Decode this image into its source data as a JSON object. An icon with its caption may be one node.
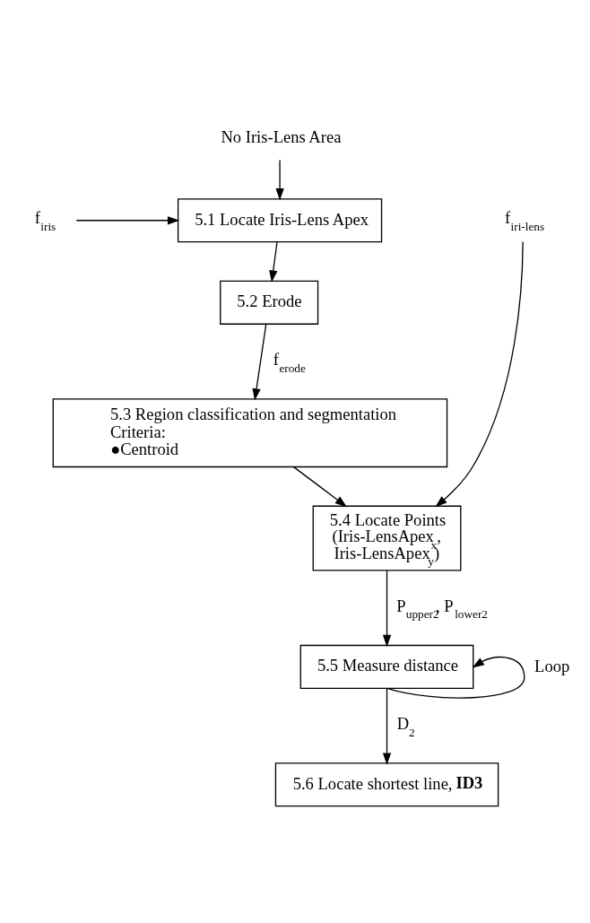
{
  "diagram": {
    "nodes": [
      {
        "text": [
          "No Iris-Lens Area"
        ]
      },
      {
        "text": [
          "f$_{iris}$"
        ]
      },
      {
        "text": [
          "5.1 Locate Iris-Lens Apex"
        ]
      },
      {
        "text": [
          "5.2 Erode"
        ]
      },
      {
        "text": [
          "5.3 Region classification and segmentation",
          "Criteria:",
          "●Centroid"
        ]
      },
      {
        "text": [
          "f$_{iri-lens}$"
        ]
      },
      {
        "text": [
          "5.4 Locate Points (Iris-LensApex$_{x}$, Iris-LensApex$_{y}$)"
        ]
      },
      {
        "text": [
          "5.5 Measure distance"
        ]
      },
      {
        "text": [
          "5.6 Locate shortest line, **ID3**"
        ]
      }
    ],
    "edges": [
      {
        "from": 0,
        "to": 2,
        "arrow": "to"
      },
      {
        "from": 1,
        "to": 2,
        "arrow": "to"
      },
      {
        "from": 2,
        "to": 3,
        "arrow": "to"
      },
      {
        "from": 3,
        "to": 4,
        "arrow": "to",
        "label": "f$_{erode}$"
      },
      {
        "from": 4,
        "to": 6,
        "arrow": "to"
      },
      {
        "from": 5,
        "to": 6,
        "arrow": "to"
      },
      {
        "from": 6,
        "to": 7,
        "arrow": "to",
        "label": "P$_{upper2}$, P$_{lower2}$"
      },
      {
        "from": 7,
        "to": 8,
        "arrow": "to",
        "label": "D$_{2}$"
      },
      {
        "from": 7,
        "to": 7,
        "arrow": "to",
        "label": "Loop"
      }
    ]
  }
}
